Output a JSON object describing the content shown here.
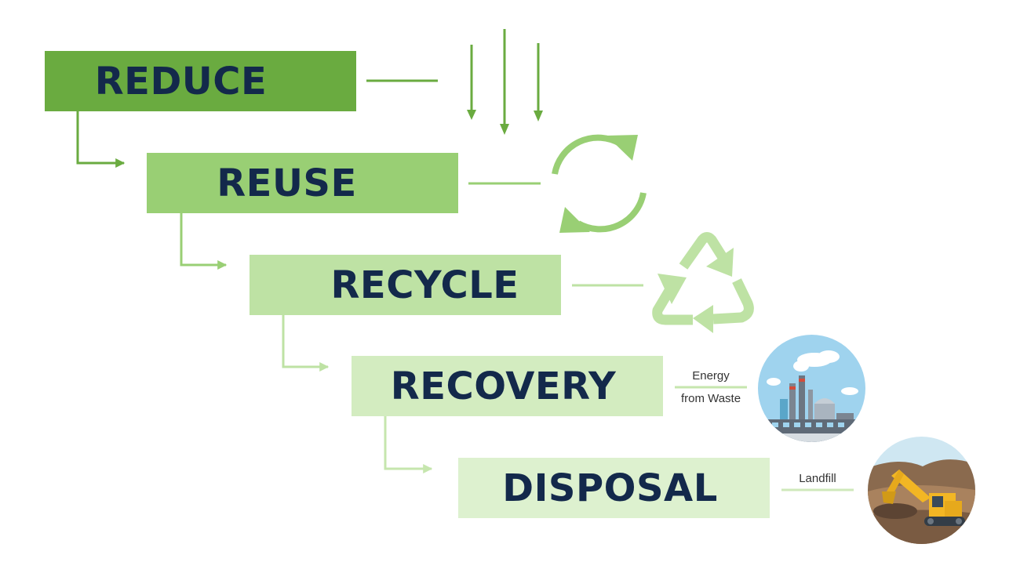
{
  "steps": [
    {
      "label": "REDUCE"
    },
    {
      "label": "REUSE"
    },
    {
      "label": "RECYCLE"
    },
    {
      "label": "RECOVERY"
    },
    {
      "label": "DISPOSAL"
    }
  ],
  "recovery_caption": {
    "line1": "Energy",
    "line2": "from Waste"
  },
  "disposal_caption": "Landfill",
  "icons": [
    "down-arrows-icon",
    "circular-arrows-icon",
    "recycle-triangle-icon",
    "factory-icon",
    "excavator-icon"
  ],
  "colors": {
    "text": "#13294b",
    "reduce": "#6aab40",
    "reuse": "#99cf74",
    "recycle": "#bee2a4",
    "recovery": "#d3ecc0",
    "disposal": "#ddf1cf"
  }
}
